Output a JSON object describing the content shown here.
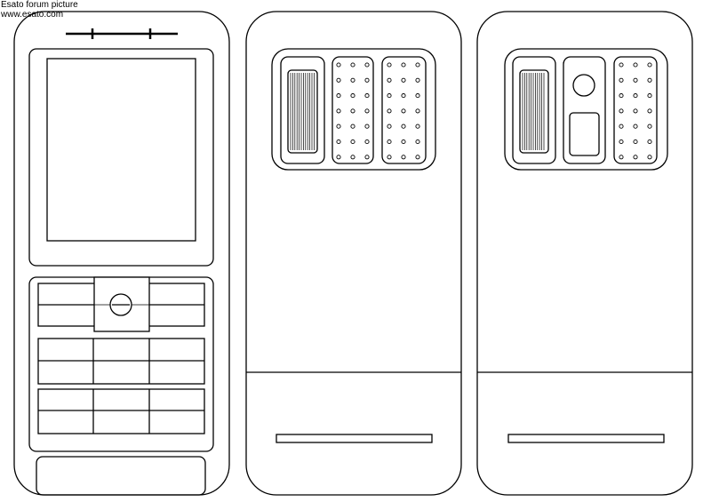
{
  "watermark": {
    "line1": "Esato forum picture",
    "line2": "www.esato.com"
  },
  "drawing": {
    "colors": {
      "line": "#000000",
      "background": "#ffffff"
    },
    "views": [
      "front-view",
      "back-view-closed",
      "back-view-open"
    ]
  }
}
